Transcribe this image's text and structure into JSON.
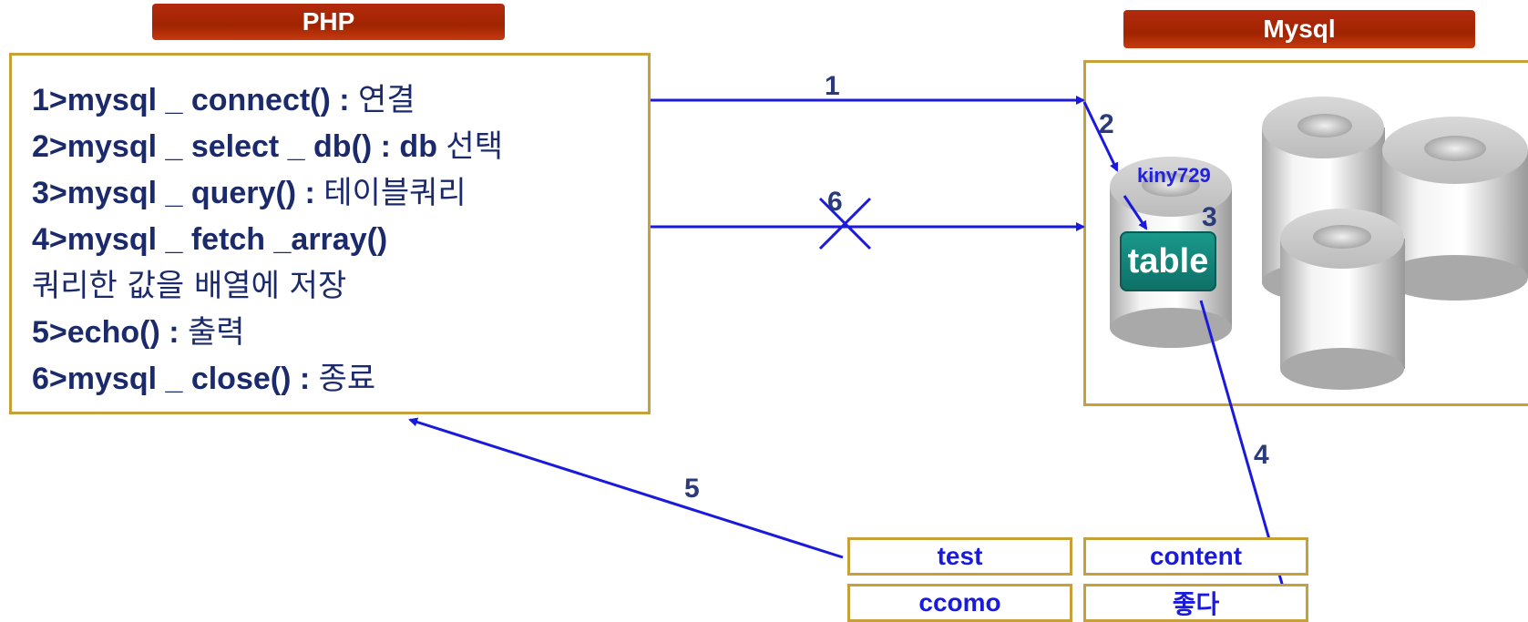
{
  "php": {
    "title": "PHP",
    "steps": [
      {
        "code": "1>mysql _ connect() : ",
        "desc": "연결"
      },
      {
        "code": "2>mysql _ select _ db() : db ",
        "desc": "선택"
      },
      {
        "code": "3>mysql _ query() : ",
        "desc": "테이블쿼리"
      },
      {
        "code": "4>mysql _ fetch _array()",
        "desc": ""
      },
      {
        "code": "",
        "desc": "쿼리한 값을 배열에 저장"
      },
      {
        "code": "5>echo() : ",
        "desc": "출력"
      },
      {
        "code": "6>mysql _ close() : ",
        "desc": "종료"
      }
    ]
  },
  "mysql": {
    "title": "Mysql",
    "database_name": "kiny729",
    "table_label": "table"
  },
  "arrows": {
    "label_1": "1",
    "label_2": "2",
    "label_3": "3",
    "label_4": "4",
    "label_5": "5",
    "label_6": "6"
  },
  "result_table": {
    "headers": [
      "test",
      "content"
    ],
    "row": [
      "ccomo",
      "좋다"
    ]
  },
  "colors": {
    "banner": "#a02400",
    "border": "#c8a03a",
    "arrow": "#1a1adc",
    "table_fill": "#0d6f66"
  }
}
